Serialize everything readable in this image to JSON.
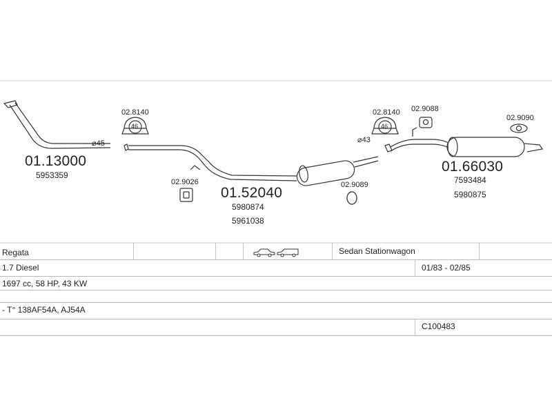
{
  "parts": {
    "front_pipe": {
      "part_no": "01.13000",
      "oem": [
        "5953359"
      ],
      "dia": "⌀45"
    },
    "middle_silencer": {
      "part_no": "01.52040",
      "oem": [
        "5980874",
        "5961038"
      ]
    },
    "rear_silencer": {
      "part_no": "01.66030",
      "oem": [
        "7593484",
        "5980875"
      ]
    },
    "dia_43": "⌀43",
    "clamp_left": {
      "code": "02.8140",
      "size": "46"
    },
    "clamp_right": {
      "code": "02.8140",
      "size": "46"
    },
    "hanger_1": "02.9026",
    "ring_1": "02.9089",
    "hanger_2": "02.9088",
    "hanger_3": "02.9090"
  },
  "vehicle": {
    "model": "Regata",
    "body_types": "Sedan  Stationwagon",
    "engine": "1.7 Diesel",
    "years": "01/83 - 02/85",
    "specs": "1697 cc, 58 HP, 43 KW",
    "engine_codes": "- T° 138AF54A, AJ54A",
    "catalog_code": "C100483"
  }
}
